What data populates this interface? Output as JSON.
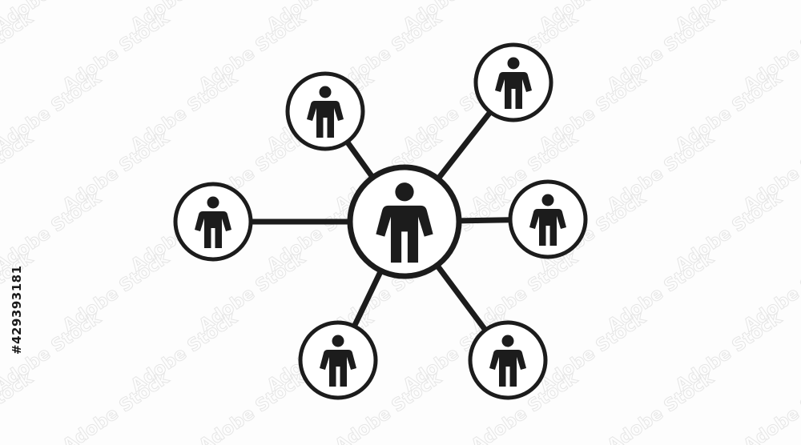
{
  "diagram": {
    "type": "hub-and-spoke network",
    "colors": {
      "stroke": "#1c1c1c",
      "fill": "#1c1c1c",
      "node_background": "#ffffff",
      "watermark": "#e6e6e6"
    },
    "hub": {
      "icon": "person-icon"
    },
    "nodes": [
      {
        "id": "top-left",
        "icon": "person-icon"
      },
      {
        "id": "top-right",
        "icon": "person-icon"
      },
      {
        "id": "left",
        "icon": "person-icon"
      },
      {
        "id": "right",
        "icon": "person-icon"
      },
      {
        "id": "bottom-left",
        "icon": "person-icon"
      },
      {
        "id": "bottom-right",
        "icon": "person-icon"
      }
    ]
  },
  "watermark": {
    "text": "Adobe Stock"
  },
  "stock_id": "#429393181"
}
